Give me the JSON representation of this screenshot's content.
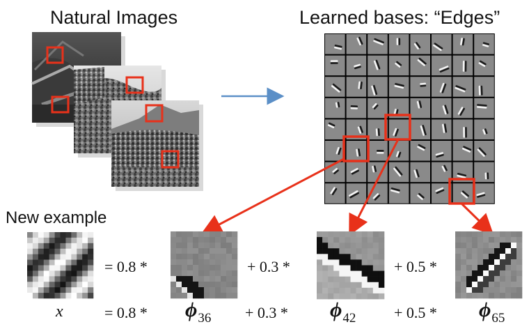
{
  "titles": {
    "natural_images": "Natural Images",
    "learned_bases": "Learned bases:  “Edges”",
    "new_example": "New example"
  },
  "equation_top": {
    "term1": "= 0.8 *",
    "term2": "+ 0.3 *",
    "term3": "+ 0.5 *"
  },
  "equation_bottom": {
    "x": "x",
    "term1": "= 0.8 *",
    "phi1_sub": "36",
    "term2": "+  0.3 *",
    "phi2_sub": "42",
    "term3": "+ 0.5 *",
    "phi3_sub": "65"
  },
  "basis_grid": {
    "rows": 8,
    "cols": 8
  },
  "colors": {
    "highlight": "#e8311a",
    "flow_arrow": "#5b8fc7"
  }
}
